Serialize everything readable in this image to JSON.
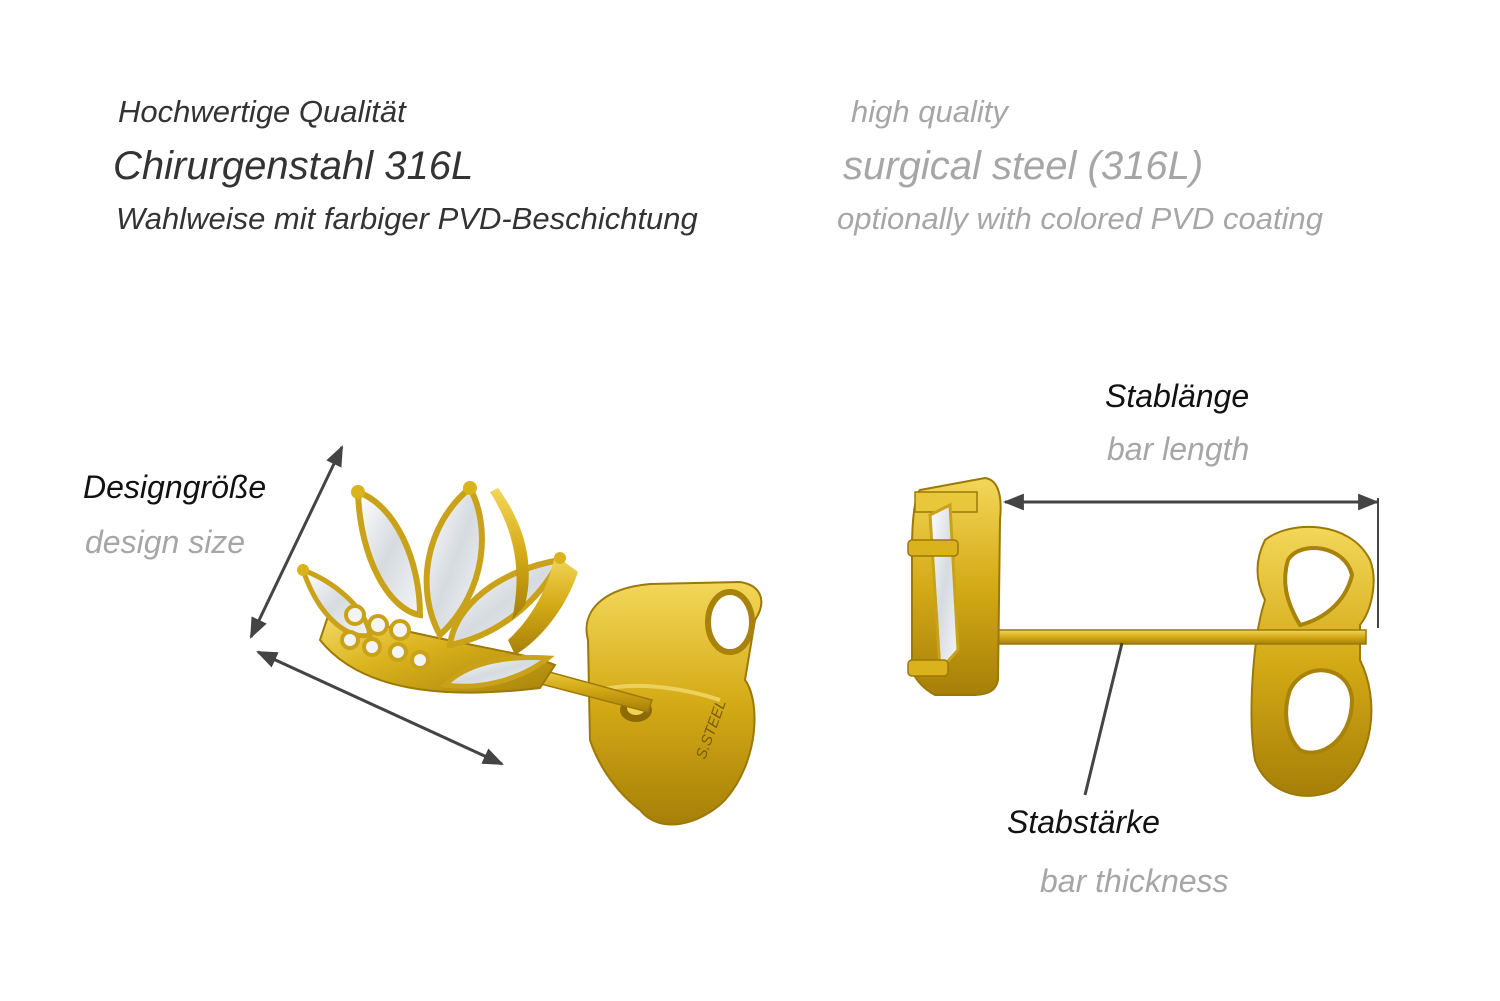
{
  "header": {
    "de": {
      "quality": "Hochwertige Qualität",
      "material": "Chirurgenstahl 316L",
      "coating": "Wahlweise mit farbiger PVD-Beschichtung"
    },
    "en": {
      "quality": "high quality",
      "material": "surgical steel (316L)",
      "coating": "optionally with colored PVD coating"
    }
  },
  "labels": {
    "design_size": {
      "de": "Designgröße",
      "en": "design size"
    },
    "bar_length": {
      "de": "Stablänge",
      "en": "bar length"
    },
    "bar_thickness": {
      "de": "Stabstärke",
      "en": "bar thickness"
    }
  },
  "engraving": "S.STEEL",
  "colors": {
    "gold": "#d9b21c",
    "gold_dark": "#a8820a",
    "gold_light": "#f6de6a",
    "gem": "#e8ecef",
    "arrow": "#444444"
  },
  "icons": [
    "lotus-earring-icon",
    "earring-side-view-icon",
    "butterfly-back-icon"
  ]
}
